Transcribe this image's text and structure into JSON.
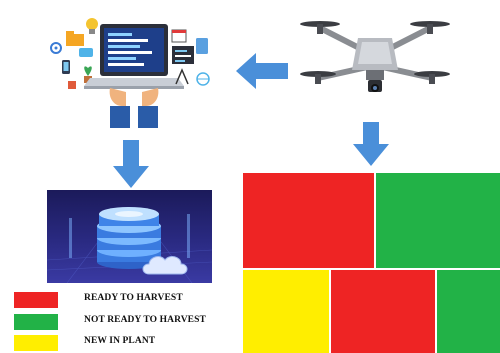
{
  "legend": {
    "items": [
      {
        "label": "READY TO HARVEST",
        "color": "#ee2424"
      },
      {
        "label": "NOT READY TO HARVEST",
        "color": "#22b247"
      },
      {
        "label": "NEW IN PLANT",
        "color": "#ffee00"
      }
    ]
  },
  "colors": {
    "arrow": "#4a8fd9",
    "ready": "#ee2424",
    "not_ready": "#22b247",
    "new": "#ffee00"
  },
  "icons": [
    "laptop-workspace-icon",
    "drone-icon",
    "database-server-icon",
    "cloud-icon"
  ],
  "map_grid": {
    "top_row": [
      "ready",
      "not_ready"
    ],
    "bottom_row": [
      "new",
      "ready",
      "not_ready"
    ]
  }
}
